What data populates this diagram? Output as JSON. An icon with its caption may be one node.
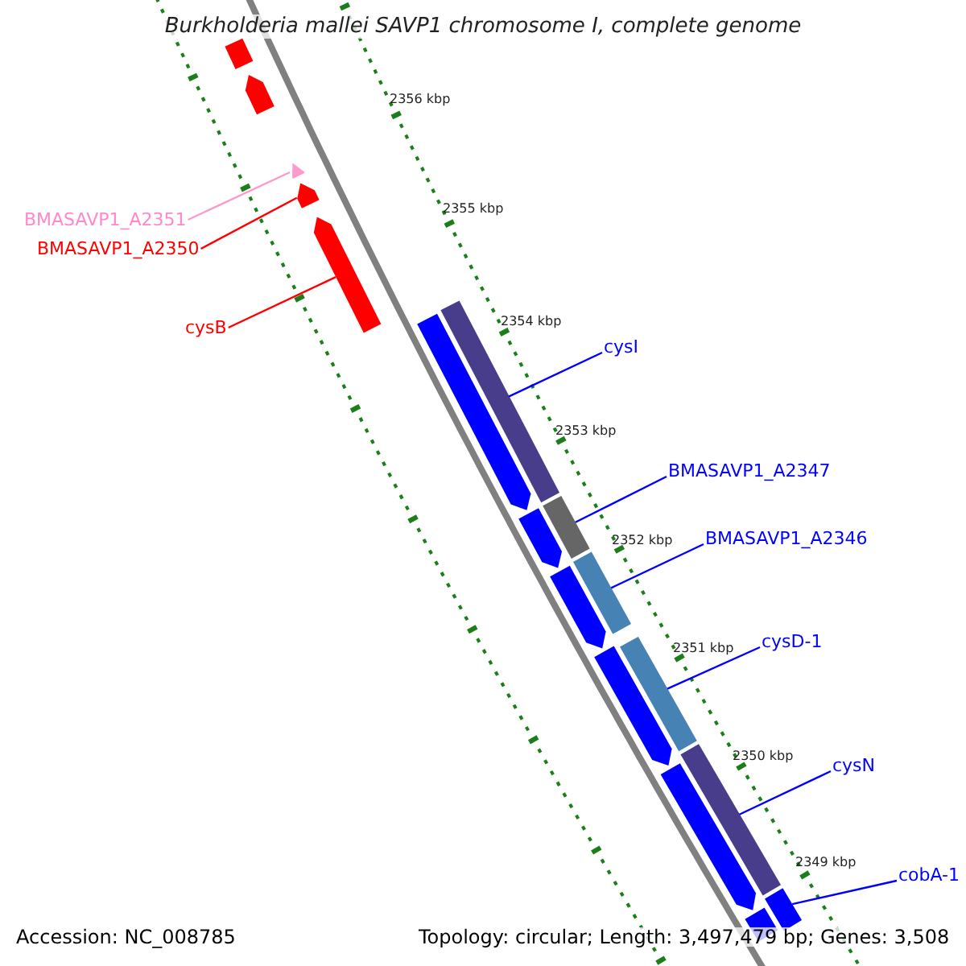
{
  "diagram": {
    "title": "Burkholderia mallei SAVP1 chromosome I, complete genome",
    "nodes": [
      {
        "text": [
          "BMASAVP1_A2351"
        ]
      },
      {
        "text": [
          "BMASAVP1_A2350"
        ]
      },
      {
        "text": [
          "cysB"
        ]
      },
      {
        "text": [
          "cysI"
        ]
      },
      {
        "text": [
          "BMASAVP1_A2347"
        ]
      },
      {
        "text": [
          "BMASAVP1_A2346"
        ]
      },
      {
        "text": [
          "cysD-1"
        ]
      },
      {
        "text": [
          "cysN"
        ]
      },
      {
        "text": [
          "cobA-1"
        ]
      },
      {
        "text": [],
        "shape": "arrow"
      },
      {
        "text": [],
        "shape": "arrow"
      },
      {
        "text": [],
        "shape": "arrow"
      },
      {
        "text": [],
        "shape": "bar"
      },
      {
        "text": [],
        "shape": "bar"
      },
      {
        "text": [],
        "shape": "bar"
      },
      {
        "text": [],
        "shape": "bar"
      },
      {
        "text": [],
        "shape": "bar"
      },
      {
        "text": [],
        "shape": "bar"
      },
      {
        "text": [],
        "shape": "bar"
      },
      {
        "text": [],
        "shape": "arrow"
      },
      {
        "text": [],
        "shape": "arrow"
      },
      {
        "text": [],
        "shape": "arrow"
      },
      {
        "text": [],
        "shape": "arrow"
      },
      {
        "text": [],
        "shape": "arrow"
      },
      {
        "text": [],
        "shape": "arrow"
      },
      {
        "text": [],
        "shape": "bar"
      }
    ],
    "edges": [
      {
        "from": 0,
        "to": 9,
        "arrow": "none",
        "color": "#ff99cc"
      },
      {
        "from": 1,
        "to": 10,
        "arrow": "none",
        "color": "#ff0000"
      },
      {
        "from": 2,
        "to": 11,
        "arrow": "none",
        "color": "#ff0000"
      },
      {
        "from": 3,
        "to": 12,
        "arrow": "none"
      },
      {
        "from": 4,
        "to": 13,
        "arrow": "none"
      },
      {
        "from": 5,
        "to": 14,
        "arrow": "none"
      },
      {
        "from": 6,
        "to": 15,
        "arrow": "none"
      },
      {
        "from": 7,
        "to": 16,
        "arrow": "none"
      },
      {
        "from": 8,
        "to": 17,
        "arrow": "none"
      }
    ],
    "labels": [
      "2356 kbp",
      "2355 kbp",
      "2354 kbp",
      "2353 kbp",
      "2352 kbp",
      "2351 kbp",
      "2350 kbp",
      "2349 kbp",
      "Accession: NC_008785",
      "Topology: circular; Length: 3,497,479 bp; Genes: 3,508"
    ]
  }
}
